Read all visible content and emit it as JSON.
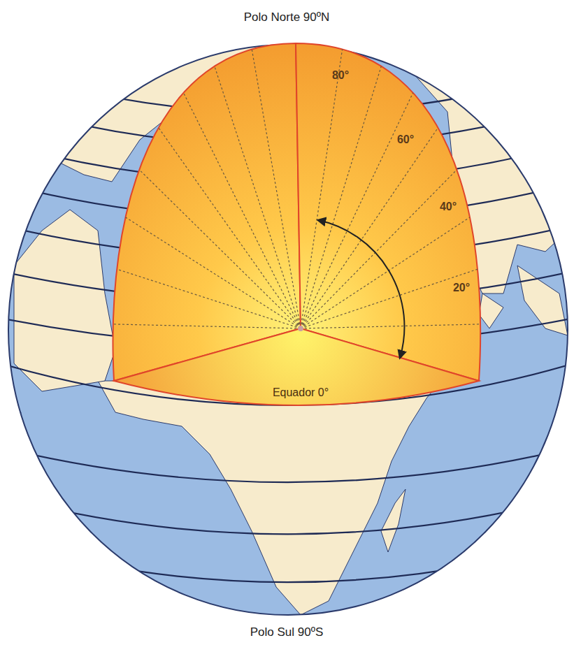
{
  "diagram": {
    "labels": [
      "Polo Norte 90ºN",
      "80°",
      "60°",
      "40°",
      "20°",
      "Equador 0°",
      "Polo Sul 90ºS"
    ]
  }
}
